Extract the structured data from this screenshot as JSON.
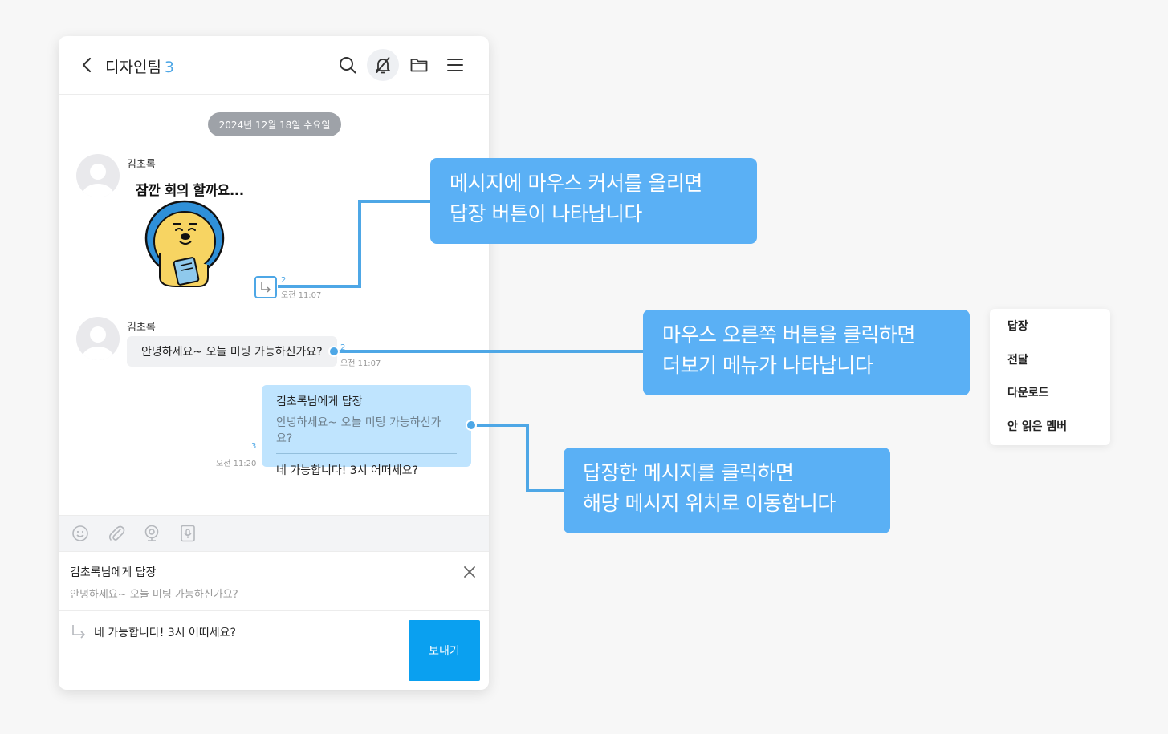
{
  "header": {
    "title": "디자인팀",
    "member_count": "3"
  },
  "date_divider": "2024년 12월 18일 수요일",
  "messages": [
    {
      "sender": "김초록",
      "sticker_caption": "잠깐 회의 할까요...",
      "unread": "2",
      "time": "오전 11:07"
    },
    {
      "sender": "김초록",
      "text": "안녕하세요~ 오늘 미팅 가능하신가요?",
      "unread": "2",
      "time": "오전 11:07"
    },
    {
      "reply_title": "김초록님에게 답장",
      "reply_quote": "안녕하세요~ 오늘 미팅 가능하신가요?",
      "text": "네 가능합니다! 3시 어떠세요?",
      "unread": "3",
      "time": "오전 11:20"
    }
  ],
  "reply_bar": {
    "title": "김초록님에게 답장",
    "quote": "안녕하세요~ 오늘 미팅 가능하신가요?"
  },
  "input": {
    "value": "네 가능합니다! 3시 어떠세요?"
  },
  "send_label": "보내기",
  "callouts": [
    {
      "line1": "메시지에 마우스 커서를 올리면",
      "line2": "답장 버튼이 나타납니다"
    },
    {
      "line1": "마우스 오른쪽 버튼을 클릭하면",
      "line2": "더보기 메뉴가 나타납니다"
    },
    {
      "line1": "답장한 메시지를 클릭하면",
      "line2": "해당 메시지 위치로 이동합니다"
    }
  ],
  "context_menu": [
    "답장",
    "전달",
    "다운로드",
    "안 읽은 멤버"
  ],
  "colors": {
    "accent": "#4ea7e6",
    "callout": "#5ab0f5",
    "send": "#0aa0f0",
    "my_bubble": "#bfe4fe"
  },
  "icons": [
    "back-arrow-icon",
    "search-icon",
    "bell-off-icon",
    "folder-icon",
    "menu-icon",
    "emoji-icon",
    "attachment-icon",
    "webcam-icon",
    "voice-file-icon",
    "close-icon",
    "reply-arrow-icon"
  ]
}
